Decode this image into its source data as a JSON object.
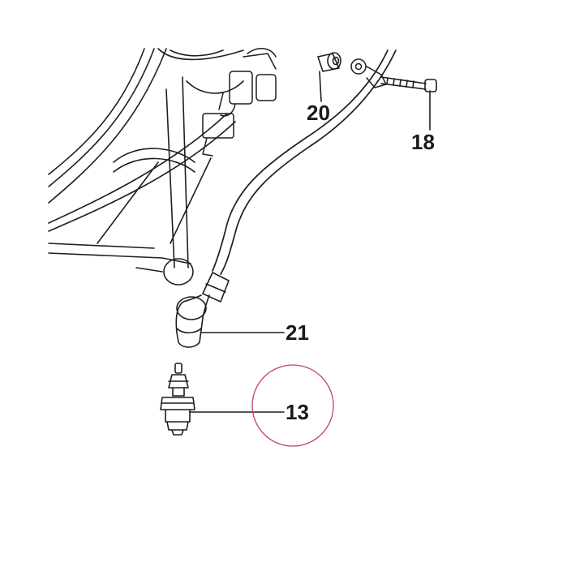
{
  "diagram": {
    "callouts": [
      {
        "id": "part-20",
        "label": "20"
      },
      {
        "id": "part-18",
        "label": "18"
      },
      {
        "id": "part-21",
        "label": "21"
      },
      {
        "id": "part-13",
        "label": "13",
        "highlighted": true
      }
    ],
    "colors": {
      "ink": "#1e1e1e",
      "highlight_circle": "#c0485c",
      "background": "#ffffff"
    }
  }
}
